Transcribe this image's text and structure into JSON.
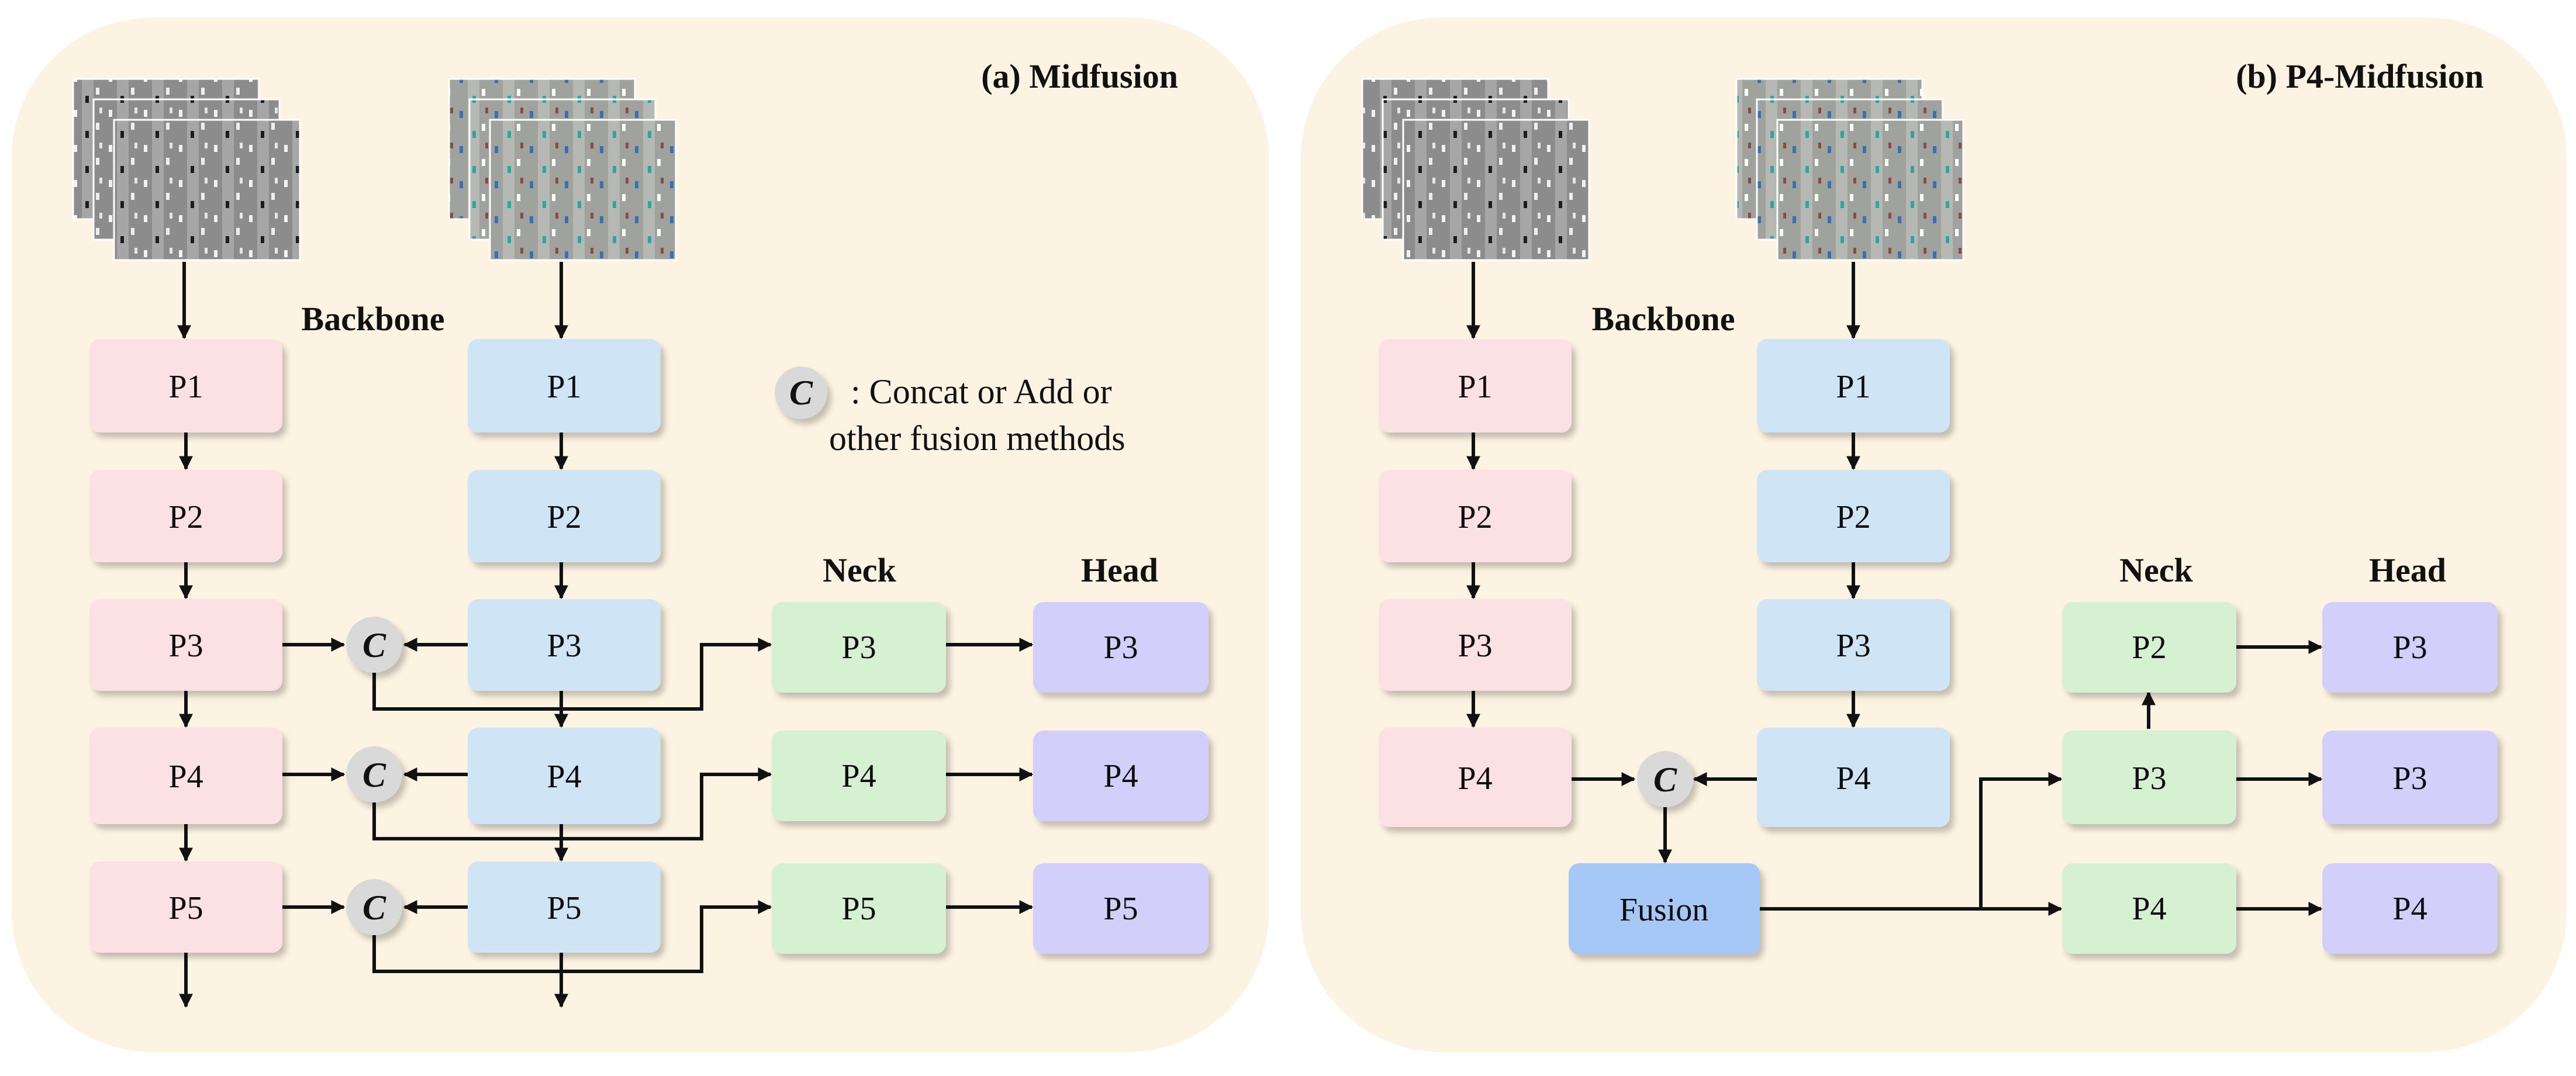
{
  "colors": {
    "panel_bg": "#fdf3e2",
    "backbone_a": "#fbe1e4",
    "backbone_b": "#cfe4f4",
    "neck": "#d6f0d2",
    "head": "#d2cffb",
    "fusion": "#a5c8f7",
    "concat_node": "#d9d9d9",
    "arrow": "#111111"
  },
  "legend": {
    "symbol": "C",
    "line1": ": Concat or Add or",
    "line2": "other fusion methods"
  },
  "panels": [
    {
      "title": "(a) Midfusion",
      "backbone_label": "Backbone",
      "neck_label": "Neck",
      "head_label": "Head",
      "infrared_stream": [
        "P1",
        "P2",
        "P3",
        "P4",
        "P5"
      ],
      "rgb_stream": [
        "P1",
        "P2",
        "P3",
        "P4",
        "P5"
      ],
      "fusion_nodes": [
        "C",
        "C",
        "C"
      ],
      "neck": [
        "P3",
        "P4",
        "P5"
      ],
      "head": [
        "P3",
        "P4",
        "P5"
      ]
    },
    {
      "title": "(b) P4-Midfusion",
      "backbone_label": "Backbone",
      "neck_label": "Neck",
      "head_label": "Head",
      "infrared_stream": [
        "P1",
        "P2",
        "P3",
        "P4"
      ],
      "rgb_stream": [
        "P1",
        "P2",
        "P3",
        "P4"
      ],
      "fusion_nodes": [
        "C"
      ],
      "fusion_block": "Fusion",
      "neck": [
        "P2",
        "P3",
        "P4"
      ],
      "head": [
        "P3",
        "P3",
        "P4"
      ]
    }
  ]
}
